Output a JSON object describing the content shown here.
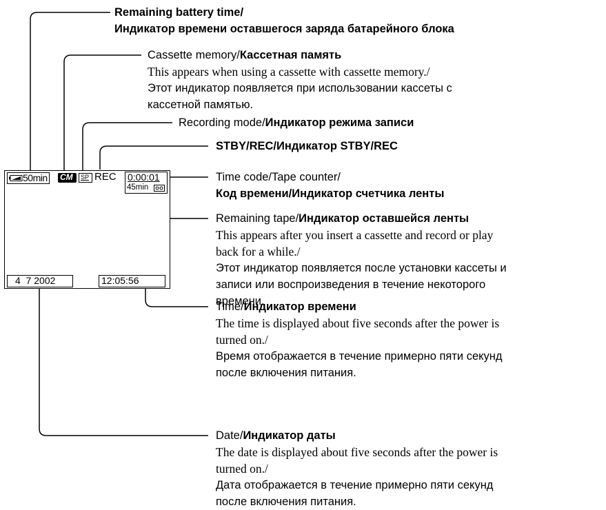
{
  "screen": {
    "battery": "50min",
    "cm_mark": "CM",
    "sp_mark": "SP",
    "rec": "REC",
    "counter": "0:00:01",
    "remain_tape": "45min",
    "date": "4  7 2002",
    "time": "12:05:56"
  },
  "battery": {
    "en": "Remaining battery time/",
    "ru": "Индикатор времени оставшегося заряда батарейного блока"
  },
  "cassette_memory": {
    "en": "Cassette memory/",
    "ru": "Кассетная память",
    "desc_en": "This appears when using a cassette with cassette memory./",
    "desc_ru_1": "Этот индикатор появляется при использовании кассеты с",
    "desc_ru_2": "кассетной памятью."
  },
  "recording_mode": {
    "en": "Recording mode/",
    "ru": "Индикатор режима записи"
  },
  "stby_rec": {
    "text": "STBY/REC/Индикатор STBY/REC"
  },
  "time_code": {
    "line1": "Time code/Tape counter/",
    "line2": "Код времени/Индикатор счетчика ленты"
  },
  "remaining_tape": {
    "en": "Remaining tape/",
    "ru": "Индикатор оставшейся ленты",
    "desc_en_1": "This appears after you insert a cassette and record or play",
    "desc_en_2": "back for a while./",
    "desc_ru_1": "Этот индикатор появляется после установки кассеты и",
    "desc_ru_2": "записи или воспроизведения в течение некоторого",
    "desc_ru_3": "времени."
  },
  "time": {
    "en": "Time/",
    "ru": "Индикатор времени",
    "desc_en_1": "The time is displayed about five seconds after the power is",
    "desc_en_2": "turned on./",
    "desc_ru_1": "Время отображается в течение примерно пяти секунд",
    "desc_ru_2": "после включения питания."
  },
  "date": {
    "en": "Date/",
    "ru": "Индикатор даты",
    "desc_en_1": "The date is displayed about five seconds after the power is",
    "desc_en_2": "turned on./",
    "desc_ru_1": "Дата отображается в течение примерно пяти секунд",
    "desc_ru_2": "после включения питания."
  }
}
